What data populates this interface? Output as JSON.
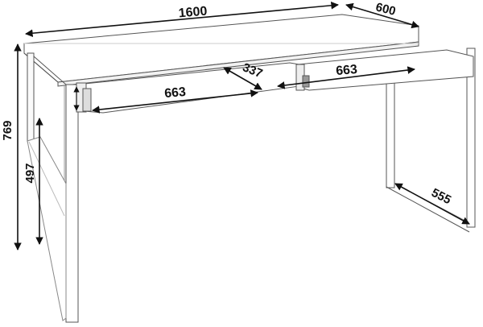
{
  "diagram": {
    "subject": "desk with two drawers",
    "units": "mm",
    "dimensions": {
      "width": "1600",
      "depth": "600",
      "height": "769",
      "leg_clearance": "497",
      "drawer_left_width": "663",
      "drawer_right_width": "663",
      "drawer_depth": "337",
      "leg_base_depth": "555"
    }
  }
}
